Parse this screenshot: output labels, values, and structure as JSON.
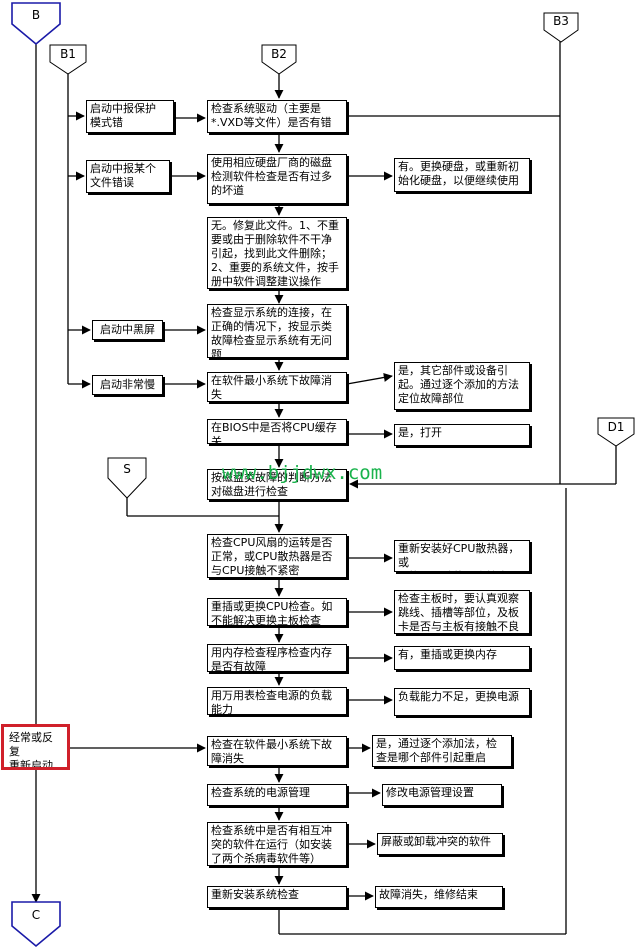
{
  "colors": {
    "connector": "#1a1aa8",
    "line": "#000000",
    "highlight": "#d0202a",
    "watermark": "#19b34c"
  },
  "watermark": "www.bjjdwx.com",
  "connectors": {
    "B": "B",
    "B1": "B1",
    "B2": "B2",
    "B3": "B3",
    "D1": "D1",
    "S": "S",
    "C": "C"
  },
  "nodes": {
    "boot_protect": "启动中报保护\n模式错",
    "check_driver": "检查系统驱动（主要是\n*.VXD等文件）是否有错",
    "boot_file_err": "启动中报某个\n文件错误",
    "disk_tool": "使用相应硬盘厂商的磁盘\n检测软件检查是否有过多\n的坏道",
    "disk_yes": "有。更换硬盘，或重新初\n始化硬盘，以便继续使用",
    "repair_file": "无。修复此文件。1、不重\n要或由于删除软件不干净\n引起，找到此文件删除；\n2、重要的系统文件，按手\n册中软件调整建议操作",
    "black_screen": "启动中黑屏",
    "display_check": "检查显示系统的连接，在\n正确的情况下，按显示类\n故障检查显示系统有无问\n题",
    "slow_boot": "启动非常慢",
    "min_system": "在软件最小系统下故障消\n失",
    "min_system_yes": "是，其它部件或设备引\n起。通过逐个添加的方法\n定位故障部位",
    "bios_cache": "在BIOS中是否将CPU缓存关\n闭",
    "bios_yes": "是，打开",
    "disk_fault_check": "按磁盘类故障的判断方法\n对磁盘进行检查",
    "cpu_fan": "检查CPU风扇的运转是否\n正常，或CPU散热器是否\n与CPU接触不紧密",
    "cpu_fan_fix": "重新安装好CPU散热器，或\n更换CPU散热器来检查。",
    "reseat_cpu": "重插或更换CPU检查。如\n不能解决更换主板检查",
    "mainboard_check": "检查主板时，要认真观察\n跳线、插槽等部位，及板\n卡是否与主板有接触不良",
    "memory_test": "用内存检查程序检查内存\n是否有故障",
    "memory_yes": "有，重插或更换内存",
    "power_load": "用万用表检查电源的负载\n能力",
    "power_yes": "负载能力不足，更换电源",
    "frequent_restart": "经常或反复\n重新启动",
    "min_system2": "检查在软件最小系统下故\n障消失",
    "min_system2_yes": "是，通过逐个添加法，检\n查是哪个部件引起重启",
    "power_mgmt": "检查系统的电源管理",
    "power_mgmt_fix": "修改电源管理设置",
    "software_conflict": "检查系统中是否有相互冲\n突的软件在运行（如安装\n了两个杀病毒软件等）",
    "conflict_fix": "屏蔽或卸载冲突的软件",
    "reinstall": "重新安装系统检查",
    "done": "故障消失，维修结束"
  }
}
